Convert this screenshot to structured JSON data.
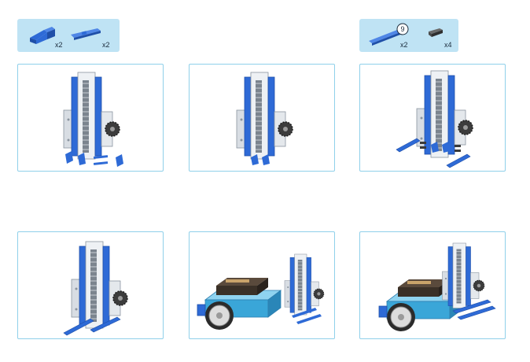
{
  "parts_left": {
    "items": [
      {
        "icon": "l-bracket-icon",
        "qty": "x2"
      },
      {
        "icon": "pin-connector-icon",
        "qty": "x2"
      }
    ]
  },
  "parts_right": {
    "items": [
      {
        "icon": "beam-9-icon",
        "size_label": "9",
        "qty": "x2"
      },
      {
        "icon": "axle-connector-icon",
        "qty": "x4"
      }
    ]
  },
  "colors": {
    "part_blue": "#2e6ad6",
    "panel_border": "#8fd0ea",
    "parts_bg": "#bfe3f4",
    "robot_body": "#3aa6d8",
    "board_dark": "#3a3027"
  }
}
